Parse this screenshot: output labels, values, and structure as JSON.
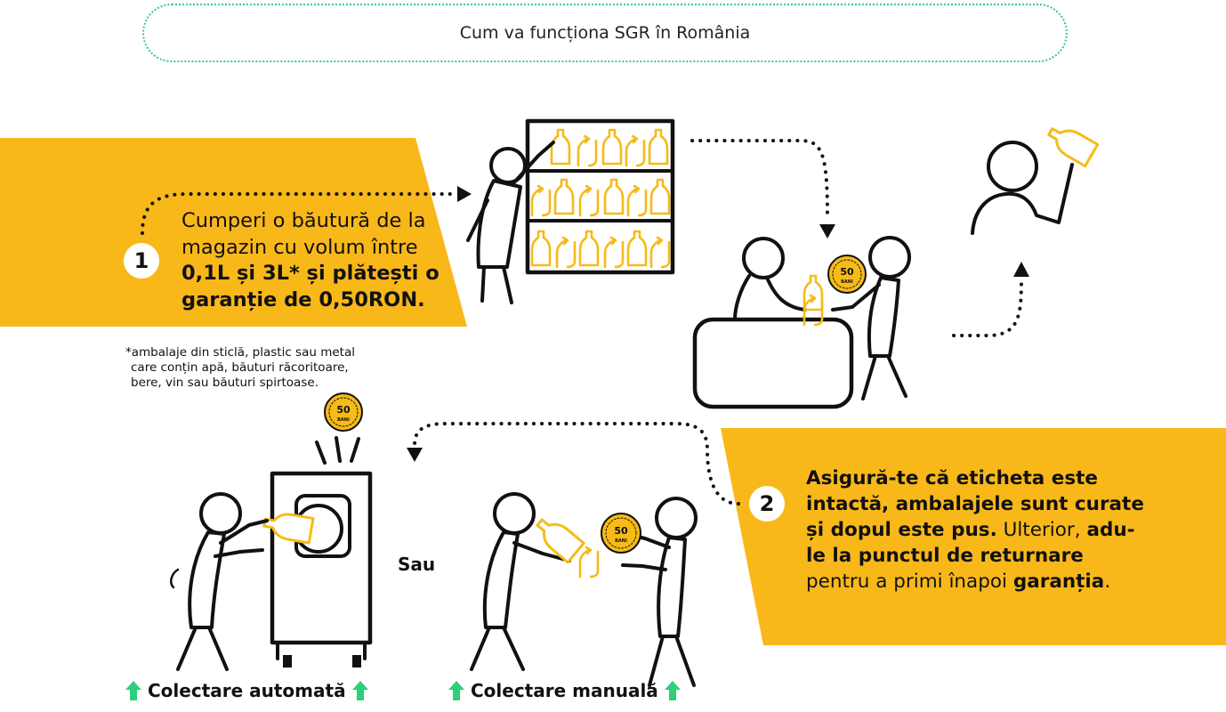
{
  "title": "Cum va funcționa SGR în România",
  "colors": {
    "accent": "#f9b81a",
    "green": "#2ecf7a",
    "ink": "#111111",
    "coin": "#f6bb16"
  },
  "step1": {
    "number": "1",
    "text_normal": "Cumperi o băutură de la magazin cu volum între ",
    "text_bold": "0,1L și 3L* și plătești o garanție de 0,50RON."
  },
  "footnote": [
    "*ambalaje din sticlă, plastic sau metal",
    "care conțin apă, băuturi răcoritoare,",
    "bere, vin sau băuturi spirtoase."
  ],
  "coin": {
    "value": "50",
    "unit": "BANI"
  },
  "step2": {
    "number": "2",
    "part1_bold": "Asigură-te că eticheta este intactă, ambalajele sunt curate și dopul este pus.",
    "part2_normal": " Ulterior, ",
    "part3_bold": "adu-le la punctul de returnare",
    "part4_normal": " pentru a primi înapoi ",
    "part5_bold": "garanția",
    "part6_normal": "."
  },
  "or_label": "Sau",
  "captions": {
    "automatic": "Colectare automată",
    "manual": "Colectare manuală"
  }
}
